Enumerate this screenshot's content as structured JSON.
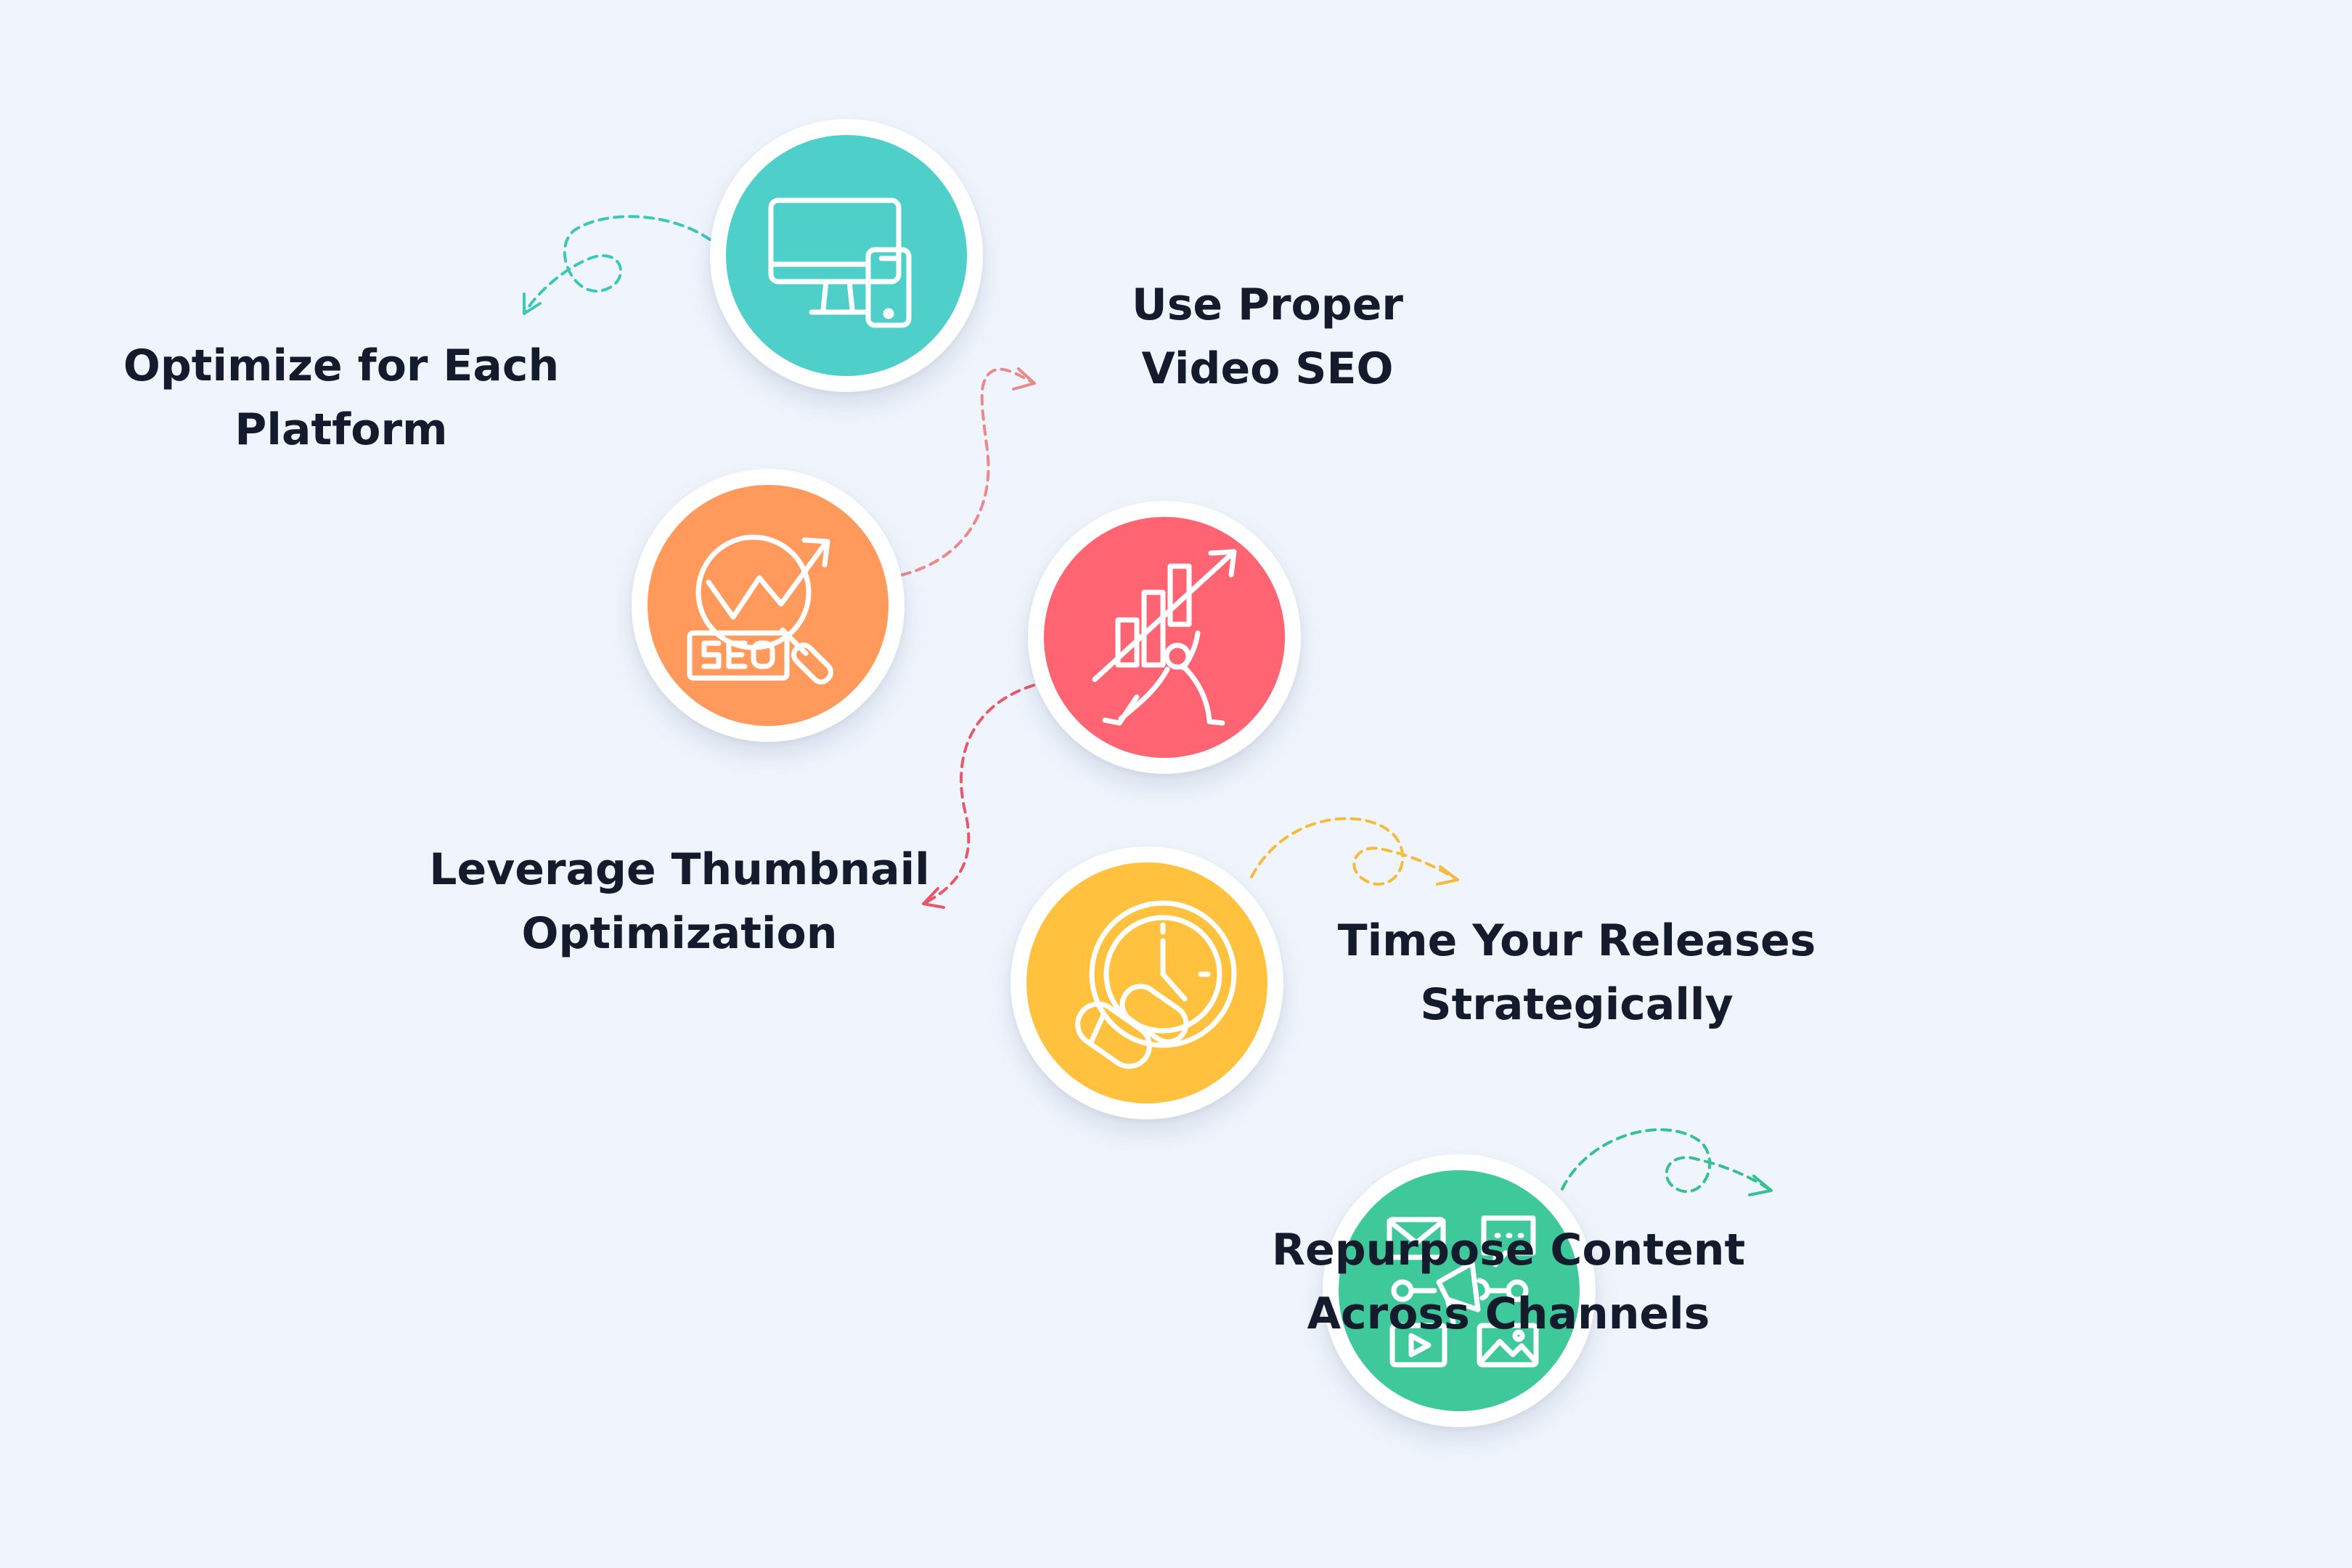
{
  "steps": [
    {
      "id": "platform",
      "icon": "devices-icon",
      "color": "#4ecfca",
      "lines": [
        "Optimize for Each",
        "Platform"
      ]
    },
    {
      "id": "seo",
      "icon": "seo-magnifier-icon",
      "color": "#ff9a5c",
      "lines": [
        "Use Proper",
        "Video SEO"
      ]
    },
    {
      "id": "thumbnail",
      "icon": "growth-lifter-icon",
      "color": "#fe6472",
      "lines": [
        "Leverage Thumbnail",
        "Optimization"
      ]
    },
    {
      "id": "timing",
      "icon": "clock-pills-icon",
      "color": "#ffc13e",
      "lines": [
        "Time Your Releases",
        "Strategically"
      ]
    },
    {
      "id": "repurpose",
      "icon": "multichannel-megaphone-icon",
      "color": "#3fc99b",
      "lines": [
        "Repurpose Content",
        "Across Channels"
      ]
    }
  ],
  "connectors": {
    "teal": "#3cc7b8",
    "salmon": "#e9898a",
    "red": "#e9586a",
    "yellow": "#f4bc3c",
    "green": "#35c190"
  }
}
